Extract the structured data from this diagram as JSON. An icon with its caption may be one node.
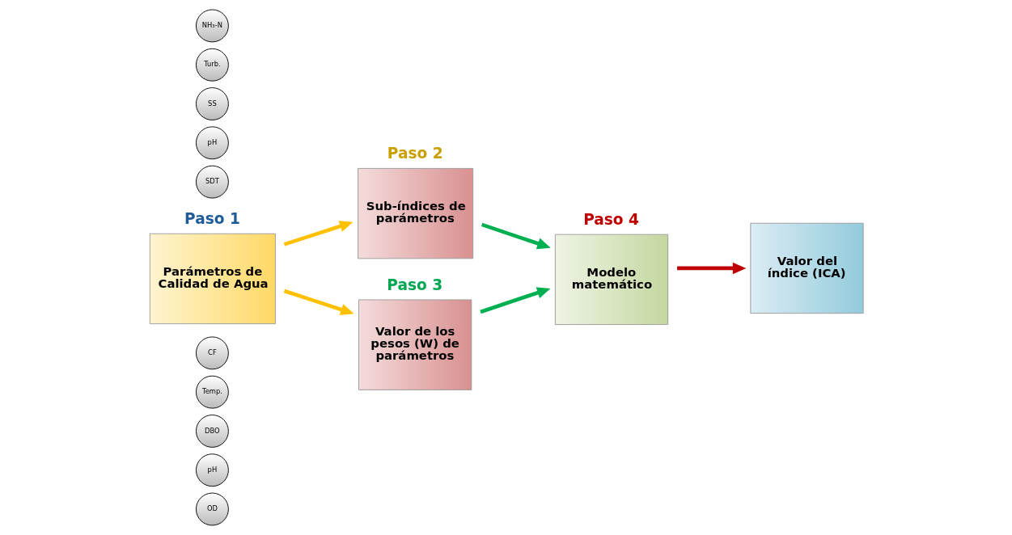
{
  "diagram": {
    "nodes": [
      {
        "text": [
          "OD"
        ]
      },
      {
        "text": [
          "pH"
        ]
      },
      {
        "text": [
          "DBO"
        ]
      },
      {
        "text": [
          "Temp."
        ]
      },
      {
        "text": [
          "CF"
        ]
      },
      {
        "text": [
          "Parámetros de Calidad de Agua"
        ],
        "beside": [
          "Paso 1"
        ]
      },
      {
        "text": [
          "SDT"
        ]
      },
      {
        "text": [
          "pH"
        ]
      },
      {
        "text": [
          "SS"
        ]
      },
      {
        "text": [
          "Turb."
        ]
      },
      {
        "text": [
          "NH₃-N"
        ]
      },
      {
        "text": [
          "Sub-índices de parámetros"
        ],
        "beside": [
          "Paso 2"
        ]
      },
      {
        "text": [
          "Valor de los pesos (W) de parámetros"
        ],
        "beside": [
          "Paso 3"
        ]
      },
      {
        "text": [
          "Modelo matemático"
        ],
        "beside": [
          "Paso 4"
        ]
      },
      {
        "text": [
          "Valor del índice (ICA)"
        ]
      }
    ],
    "edges": [
      {
        "from": 5,
        "to": 11,
        "arrow": "to",
        "color": "#ffc000"
      },
      {
        "from": 5,
        "to": 12,
        "arrow": "to",
        "color": "#ffc000"
      },
      {
        "from": 11,
        "to": 13,
        "arrow": "to",
        "color": "#00b050"
      },
      {
        "from": 12,
        "to": 13,
        "arrow": "to",
        "color": "#00b050"
      },
      {
        "from": 13,
        "to": 14,
        "arrow": "to",
        "color": "#c00000"
      }
    ]
  }
}
